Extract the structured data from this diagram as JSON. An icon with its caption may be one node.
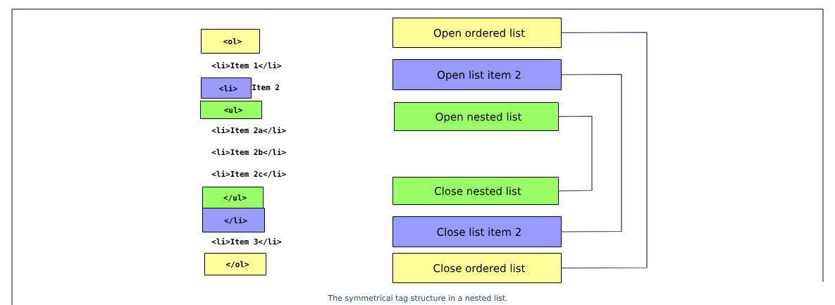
{
  "diagram": {
    "caption": "The symmetrical tag structure in a nested list.",
    "nodes": [
      {
        "text": [
          "<ol>"
        ]
      },
      {
        "text": [
          "<li>"
        ],
        "beside": [
          "Item 2"
        ]
      },
      {
        "text": [
          "<ul>"
        ]
      },
      {
        "text": [
          "</ul>"
        ]
      },
      {
        "text": [
          "</li>"
        ]
      },
      {
        "text": [
          "</ol>"
        ]
      },
      {
        "text": [
          "Open ordered list"
        ]
      },
      {
        "text": [
          "Open list item 2"
        ]
      },
      {
        "text": [
          "Open nested list"
        ]
      },
      {
        "text": [
          "Close nested list"
        ]
      },
      {
        "text": [
          "Close list item 2"
        ]
      },
      {
        "text": [
          "Close ordered list"
        ]
      }
    ],
    "edges": [
      {
        "from": 6,
        "to": 11,
        "arrow": "none"
      },
      {
        "from": 7,
        "to": 10,
        "arrow": "none"
      },
      {
        "from": 8,
        "to": 9,
        "arrow": "none"
      }
    ],
    "labels": [
      "<li>Item 1</li>",
      "<li>Item 2a</li>",
      "<li>Item 2b</li>",
      "<li>Item 2c</li>",
      "<li>Item 3</li>"
    ]
  }
}
